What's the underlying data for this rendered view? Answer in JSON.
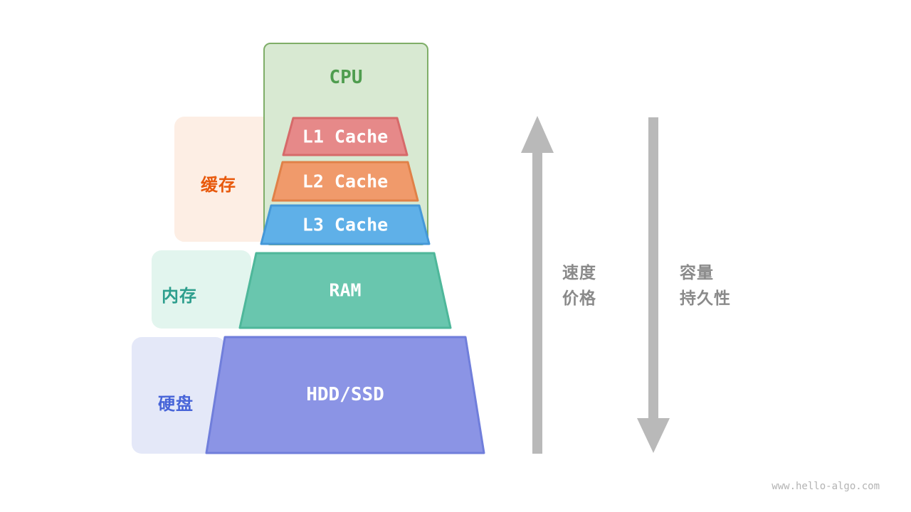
{
  "pyramid": {
    "cpu": {
      "label": "CPU",
      "fill": "#d8e9d2",
      "border": "#7fae68",
      "text_color": "#4f9d4f"
    },
    "levels": [
      {
        "label": "L1 Cache",
        "fill": "#e68989",
        "border": "#d66a6a"
      },
      {
        "label": "L2 Cache",
        "fill": "#f09a6b",
        "border": "#e08148"
      },
      {
        "label": "L3 Cache",
        "fill": "#5fb0e8",
        "border": "#4598d8"
      },
      {
        "label": "RAM",
        "fill": "#69c6ae",
        "border": "#4eb79a"
      },
      {
        "label": "HDD/SSD",
        "fill": "#8b94e5",
        "border": "#707edb"
      }
    ]
  },
  "groups": [
    {
      "label": "缓存",
      "bg": "#fdeee4",
      "color": "#e8590c"
    },
    {
      "label": "内存",
      "bg": "#e2f5ee",
      "color": "#2d9e8d"
    },
    {
      "label": "硬盘",
      "bg": "#e4e8f8",
      "color": "#4764d8"
    }
  ],
  "axes": {
    "arrow_color": "#b9b9b9",
    "label_color": "#8a8a8a",
    "up_labels": [
      "速度",
      "价格"
    ],
    "down_labels": [
      "容量",
      "持久性"
    ]
  },
  "watermark": "www.hello-algo.com"
}
